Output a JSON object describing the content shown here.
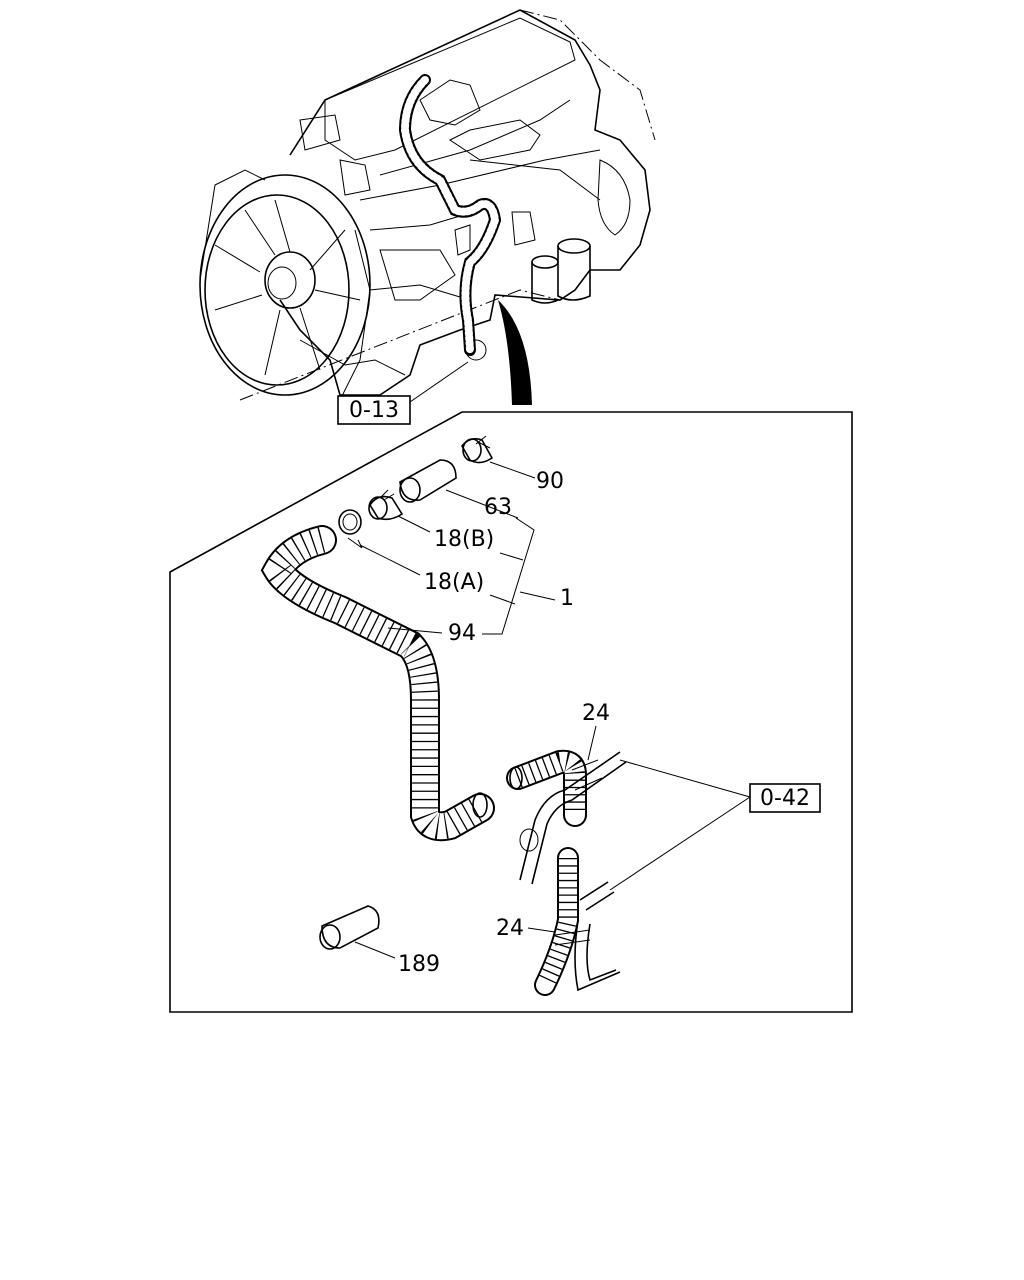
{
  "ref_boxes": [
    {
      "id": "ref-0-13",
      "label": "0-13"
    },
    {
      "id": "ref-0-42",
      "label": "0-42"
    }
  ],
  "callouts": [
    {
      "id": "part-90",
      "label": "90"
    },
    {
      "id": "part-63",
      "label": "63"
    },
    {
      "id": "part-18b",
      "label": "18(B)"
    },
    {
      "id": "part-18a",
      "label": "18(A)"
    },
    {
      "id": "part-1",
      "label": "1"
    },
    {
      "id": "part-94",
      "label": "94"
    },
    {
      "id": "part-24-top",
      "label": "24"
    },
    {
      "id": "part-24-bottom",
      "label": "24"
    },
    {
      "id": "part-189",
      "label": "189"
    }
  ]
}
